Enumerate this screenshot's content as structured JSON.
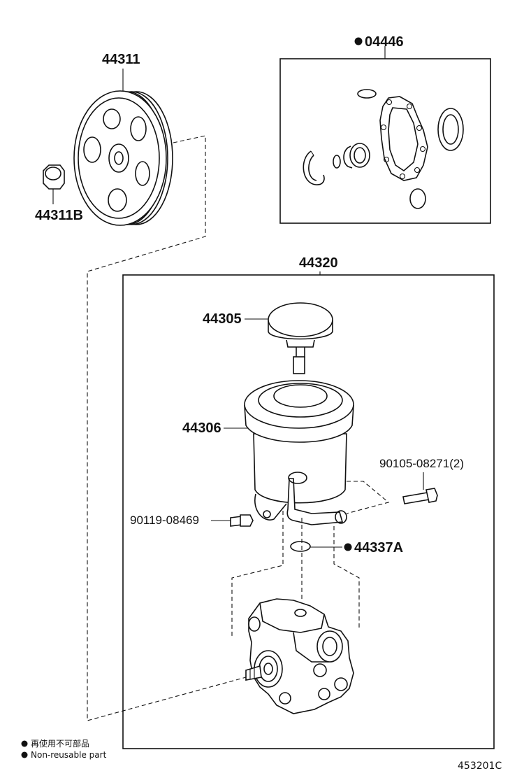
{
  "parts": {
    "pulley": "44311",
    "pulley_nut": "44311B",
    "gasket_kit": "04446",
    "pump_assy": "44320",
    "reservoir_cap": "44305",
    "reservoir": "44306",
    "bolt_right": "90105-08271(2)",
    "bolt_left": "90119-08469",
    "o_ring": "44337A"
  },
  "legend": {
    "line_jp": "再使用不可部品",
    "line_en": "Non-reusable part"
  },
  "illustration_code": "453201C"
}
